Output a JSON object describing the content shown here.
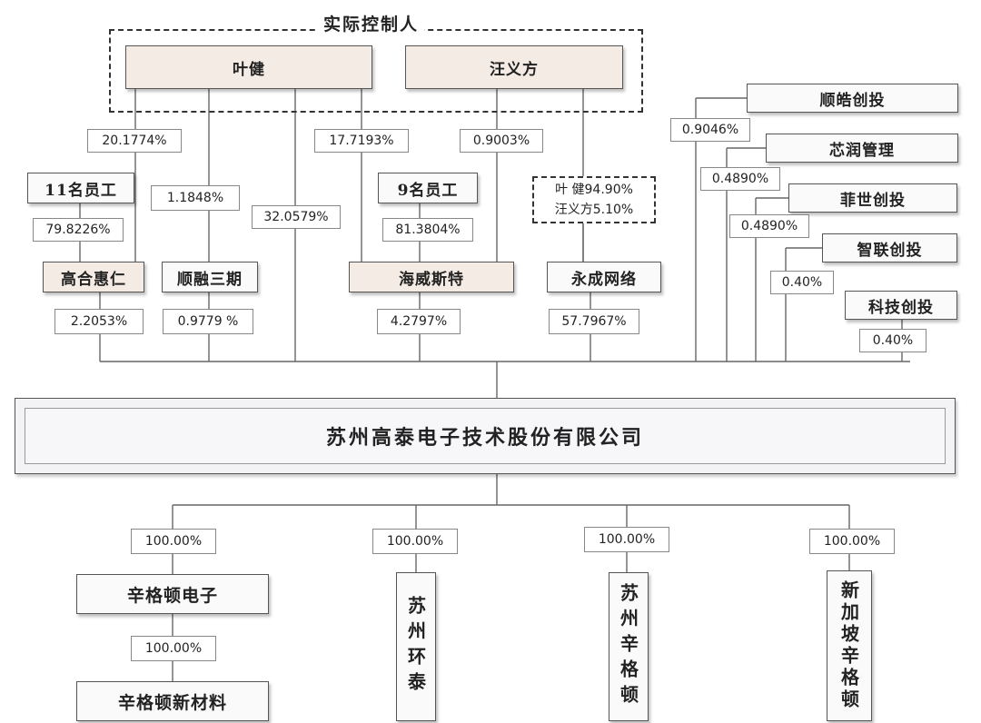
{
  "controllers": {
    "group_label": "实际控制人",
    "ye_jian": "叶健",
    "wang_yifang": "汪义方"
  },
  "holders": {
    "employees_11": "11名员工",
    "employees_9": "9名员工",
    "gaohe_huiren": "高合惠仁",
    "shunrong_sanqi": "顺融三期",
    "haiweisite": "海威斯特",
    "yongcheng_wangluo": "永成网络",
    "yongcheng_note_line1": "叶 健94.90%",
    "yongcheng_note_line2": "汪义方5.10%",
    "shunhao_chuangtou": "顺皓创投",
    "xinrun_guanli": "芯润管理",
    "feishi_chuangtou": "菲世创投",
    "zhilian_chuangtou": "智联创投",
    "keji_chuangtou": "科技创投"
  },
  "percentages": {
    "ye_to_gaohe": "20.1774%",
    "ye_to_shunrong": "1.1848%",
    "ye_direct": "32.0579%",
    "ye_to_haiwei": "17.7193%",
    "wang_to_haiwei": "0.9003%",
    "emp11_to_gaohe": "79.8226%",
    "emp9_to_haiwei": "81.3804%",
    "gaohe_to_co": "2.2053%",
    "shunrong_to_co": "0.9779 %",
    "haiwei_to_co": "4.2797%",
    "yongcheng_to_co": "57.7967%",
    "shunhao_to_co": "0.9046%",
    "xinrun_to_co": "0.4890%",
    "feishi_to_co": "0.4890%",
    "zhilian_to_co": "0.40%",
    "keji_to_co": "0.40%",
    "co_to_xingedun": "100.00%",
    "co_to_huantai": "100.00%",
    "co_to_suzhou_xingedun": "100.00%",
    "co_to_singapore": "100.00%",
    "xingedun_to_material": "100.00%"
  },
  "company": {
    "name": "苏州高泰电子技术股份有限公司"
  },
  "subsidiaries": {
    "xingedun_dianzi": "辛格顿电子",
    "xingedun_material": "辛格顿新材料",
    "suzhou_huantai": "苏州环泰",
    "suzhou_xingedun": "苏州辛格顿",
    "singapore_xingedun": "新加坡辛格顿"
  }
}
